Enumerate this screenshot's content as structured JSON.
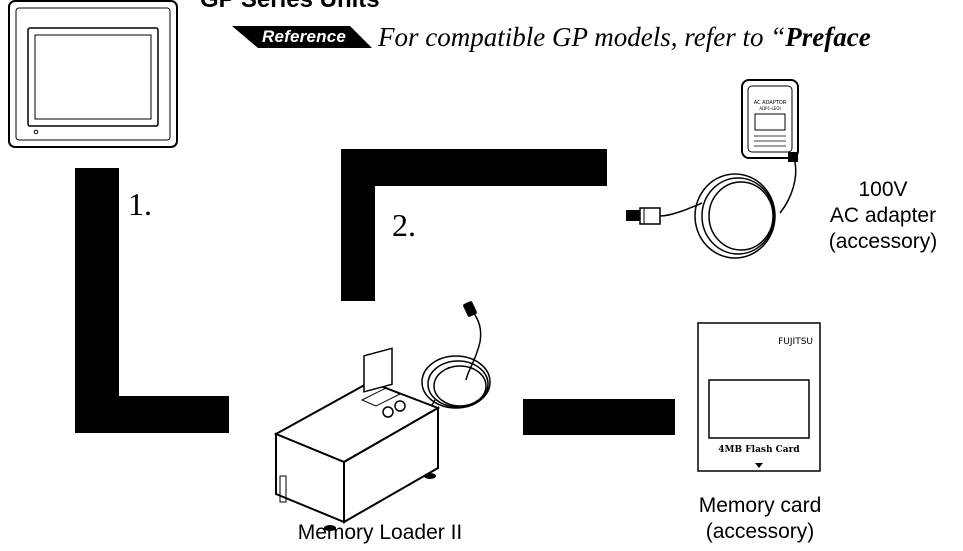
{
  "header": {
    "title": "GP Series Units",
    "reference_badge": "Reference",
    "reference_text": "For compatible GP models, refer to “",
    "reference_bold": "Preface"
  },
  "steps": {
    "one": "1.",
    "two": "2."
  },
  "labels": {
    "ac_adapter": [
      "100V",
      "AC adapter",
      "(accessory)"
    ],
    "memory_card": [
      "Memory card",
      "(accessory)"
    ],
    "memory_loader": "Memory Loader II"
  },
  "devices": {
    "adapter_print": [
      "AC ADAPTOR",
      "ADP1-LEOI"
    ],
    "card_brand": "FUJITSU",
    "card_name": "4MB Flash Card"
  }
}
